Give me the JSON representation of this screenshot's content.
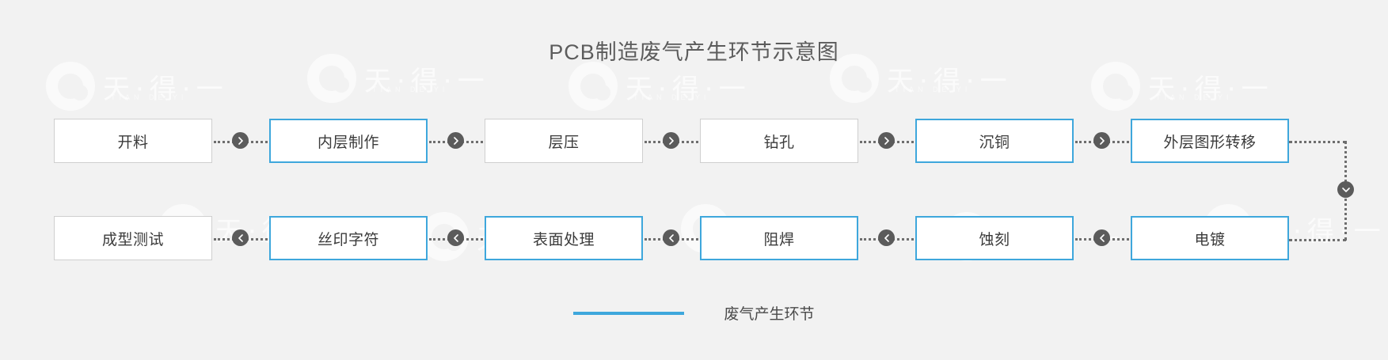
{
  "title": "PCB制造废气产生环节示意图",
  "colors": {
    "highlight": "#3ea7dc",
    "normal_border": "#cfcfcf",
    "background": "#f2f2f2",
    "arrow": "#5b5b5b",
    "text": "#3b3b3b"
  },
  "flow": {
    "row1": [
      {
        "label": "开料",
        "highlight": false
      },
      {
        "label": "内层制作",
        "highlight": true
      },
      {
        "label": "层压",
        "highlight": false
      },
      {
        "label": "钻孔",
        "highlight": false
      },
      {
        "label": "沉铜",
        "highlight": true
      },
      {
        "label": "外层图形转移",
        "highlight": true
      }
    ],
    "row2": [
      {
        "label": "成型测试",
        "highlight": false
      },
      {
        "label": "丝印字符",
        "highlight": true
      },
      {
        "label": "表面处理",
        "highlight": true
      },
      {
        "label": "阻焊",
        "highlight": true
      },
      {
        "label": "蚀刻",
        "highlight": true
      },
      {
        "label": "电镀",
        "highlight": true
      }
    ]
  },
  "legend": {
    "label": "废气产生环节",
    "swatch_color": "#3ea7dc"
  },
  "watermark": {
    "text": "天·得·一",
    "subtext": "TIAN DE YI"
  },
  "icons": {
    "arrow_right": "chevron-right-icon",
    "arrow_left": "chevron-left-icon",
    "arrow_down": "chevron-down-icon"
  }
}
